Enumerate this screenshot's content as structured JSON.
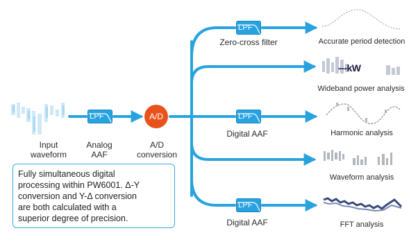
{
  "stages": {
    "input": "Input\nwaveform",
    "analog_aaf": "Analog\nAAF",
    "ad_conversion": "A/D\nconversion"
  },
  "blocks": {
    "lpf_label": "LPF",
    "ad_label": "A/D"
  },
  "branches": {
    "zero_cross": "Zero-cross filter",
    "digital_aaf_1": "Digital AAF",
    "digital_aaf_2": "Digital AAF"
  },
  "outputs": {
    "accurate_period": "Accurate period detection",
    "wideband_power": "Wideband power analysis",
    "harmonic": "Harmonic analysis",
    "waveform": "Waveform analysis",
    "fft": "FFT analysis"
  },
  "wideband_badge": "---kW",
  "note": "Fully simultaneous digital\nprocessing within PW6001. Δ-Y\nconversion and Y-Δ conversion\nare both calculated with a\nsuperior degree of precision.",
  "colors": {
    "wire": "#29a3e0",
    "lpf": "#29a3e0",
    "ad": "#e8531c",
    "note_border": "#3aa9e0"
  }
}
